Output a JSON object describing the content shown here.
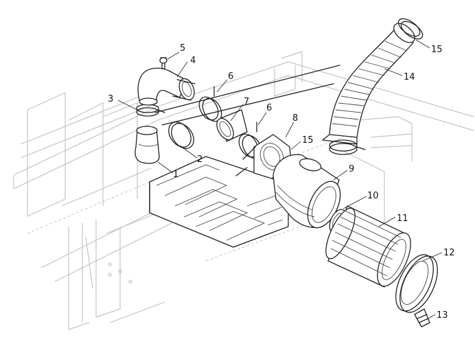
{
  "diagram": {
    "callouts": [
      {
        "id": "1",
        "text": "1"
      },
      {
        "id": "2",
        "text": "2"
      },
      {
        "id": "3",
        "text": "3"
      },
      {
        "id": "4",
        "text": "4"
      },
      {
        "id": "5",
        "text": "5"
      },
      {
        "id": "6a",
        "text": "6"
      },
      {
        "id": "6b",
        "text": "6"
      },
      {
        "id": "7",
        "text": "7"
      },
      {
        "id": "8",
        "text": "8"
      },
      {
        "id": "9",
        "text": "9"
      },
      {
        "id": "10",
        "text": "10"
      },
      {
        "id": "11",
        "text": "11"
      },
      {
        "id": "12",
        "text": "12"
      },
      {
        "id": "13",
        "text": "13"
      },
      {
        "id": "14",
        "text": "14"
      },
      {
        "id": "15a",
        "text": "15"
      },
      {
        "id": "15b",
        "text": "15"
      }
    ]
  }
}
